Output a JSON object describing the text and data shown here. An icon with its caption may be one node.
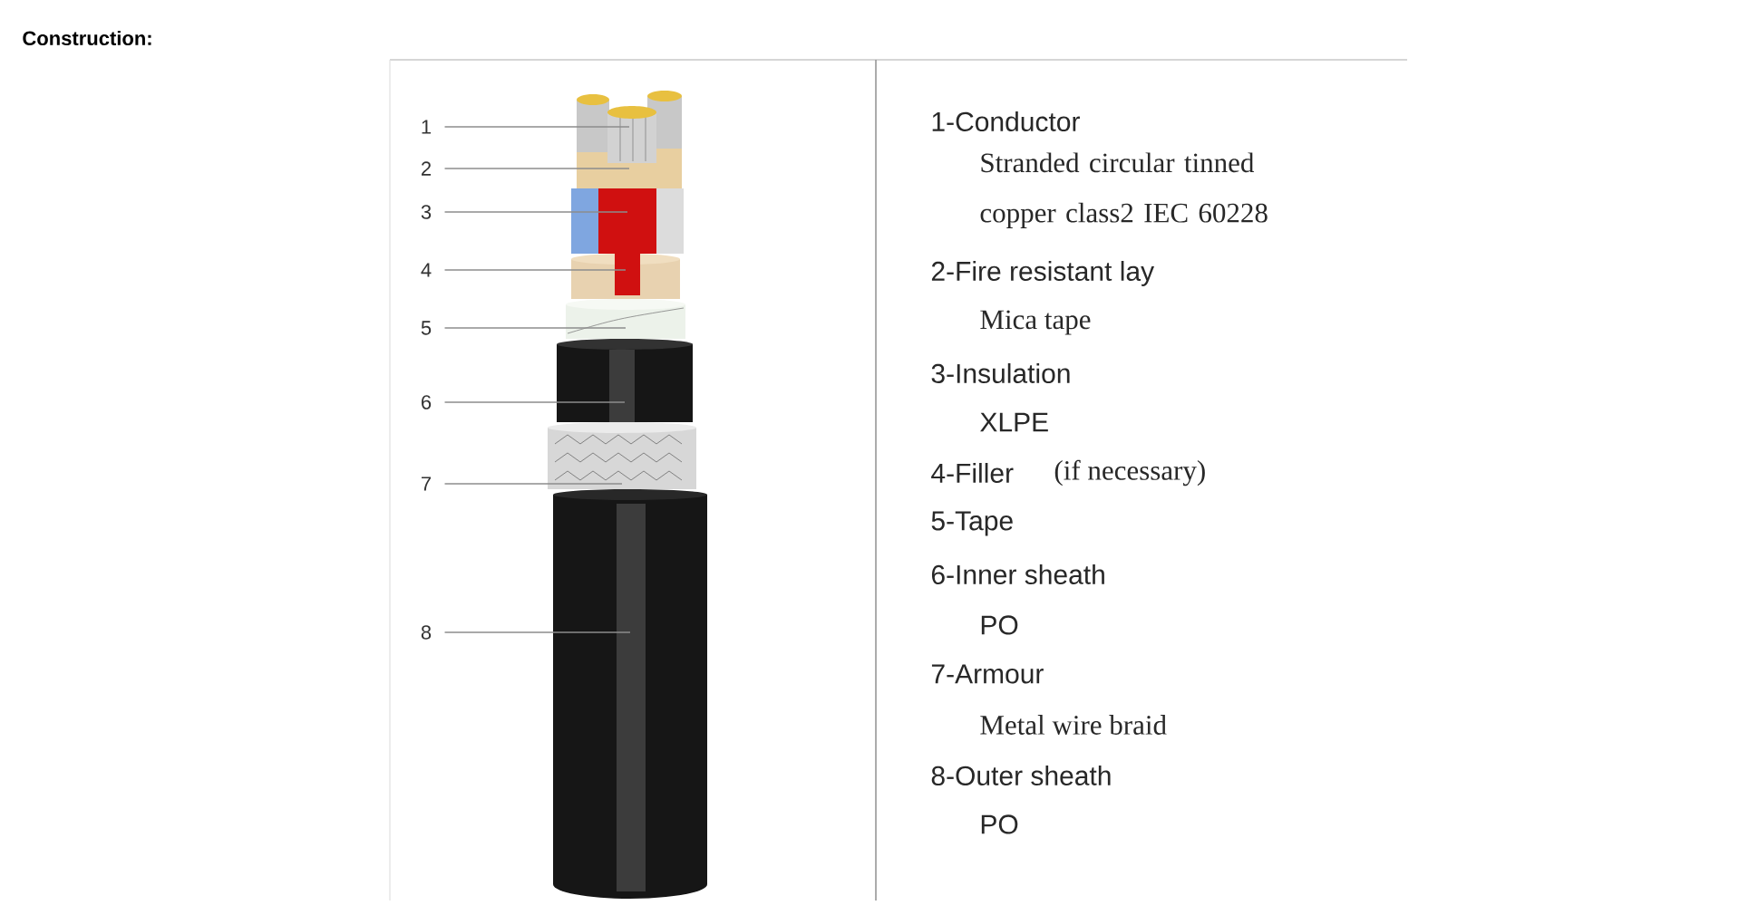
{
  "diagram": {
    "title": "Construction:",
    "nodes": [
      {
        "text": [
          "1"
        ]
      },
      {
        "text": [
          "2"
        ]
      },
      {
        "text": [
          "3"
        ]
      },
      {
        "text": [
          "4"
        ]
      },
      {
        "text": [
          "5"
        ]
      },
      {
        "text": [
          "6"
        ]
      },
      {
        "text": [
          "7"
        ]
      },
      {
        "text": [
          "8"
        ]
      },
      {
        "text": [],
        "shape": "cylinder"
      },
      {
        "text": [],
        "shape": "cylinder"
      },
      {
        "text": [],
        "shape": "cylinder"
      },
      {
        "text": [],
        "shape": "cylinder"
      },
      {
        "text": [],
        "shape": "cylinder"
      },
      {
        "text": [],
        "shape": "cylinder"
      },
      {
        "text": [],
        "shape": "cylinder"
      },
      {
        "text": [],
        "shape": "cylinder"
      }
    ],
    "edges": [
      {
        "from": 0,
        "to": 8,
        "arrow": "none"
      },
      {
        "from": 1,
        "to": 9,
        "arrow": "none"
      },
      {
        "from": 2,
        "to": 10,
        "arrow": "none"
      },
      {
        "from": 3,
        "to": 11,
        "arrow": "none"
      },
      {
        "from": 4,
        "to": 12,
        "arrow": "none"
      },
      {
        "from": 5,
        "to": 13,
        "arrow": "none"
      },
      {
        "from": 6,
        "to": 14,
        "arrow": "none"
      },
      {
        "from": 7,
        "to": 15,
        "arrow": "none"
      }
    ],
    "labels": [
      "1-Conductor",
      "Stranded circular tinned copper class2 IEC 60228",
      "2-Fire resistant lay",
      "Mica tape",
      "3-Insulation",
      "XLPE",
      "4-Filler",
      "(if necessary)",
      "5-Tape",
      "6-Inner sheath",
      "PO",
      "7-Armour",
      "Metal wire braid",
      "8-Outer sheath",
      "PO"
    ]
  }
}
